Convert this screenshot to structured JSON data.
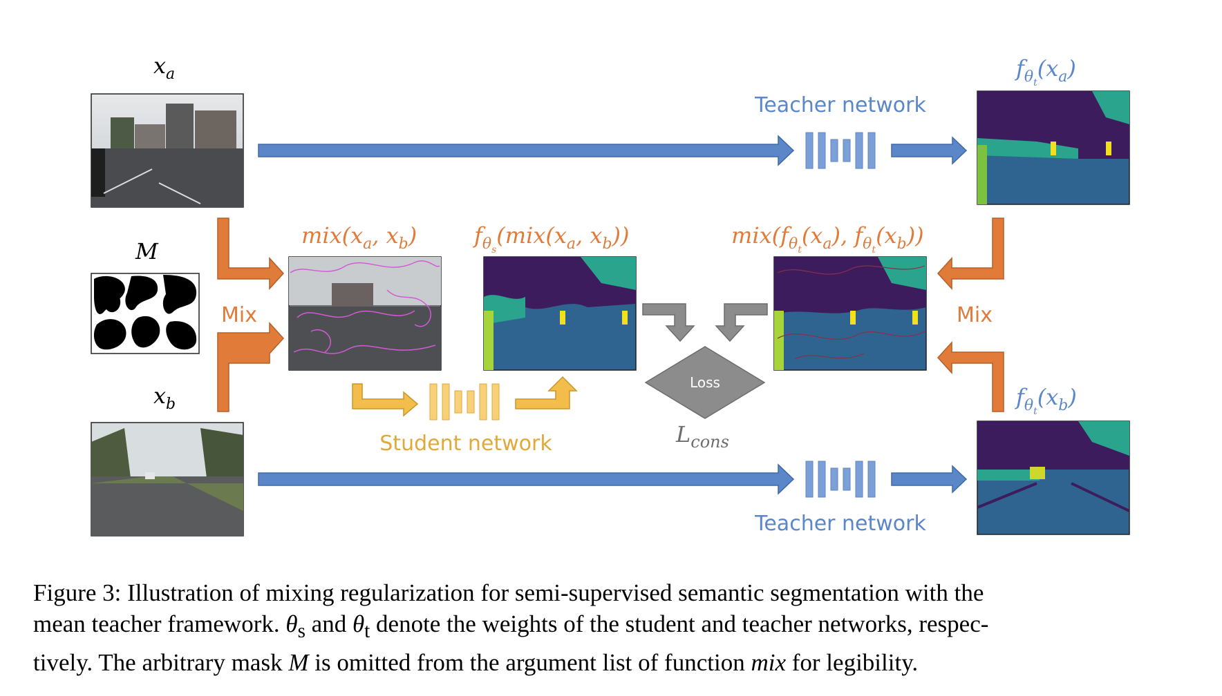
{
  "labels": {
    "xa": "x",
    "xa_sub": "a",
    "xb": "x",
    "xb_sub": "b",
    "mask": "M",
    "mix_left": "Mix",
    "mix_right": "Mix",
    "mix_input": "mix(x",
    "student_out": "f",
    "mix_teacher": "mix(f",
    "teacher_a_out": "f",
    "teacher_b_out": "f",
    "teacher_top": "Teacher network",
    "teacher_bottom": "Teacher network",
    "student": "Student network",
    "loss": "Loss",
    "lcons": "L",
    "lcons_sub": "cons"
  },
  "caption": {
    "line1": "Figure 3: Illustration of mixing regularization for semi-supervised semantic segmentation with the",
    "line2a": "mean teacher framework. ",
    "theta_s": "θ",
    "theta_s_sub": "s",
    "line2b": " and ",
    "theta_t": "θ",
    "theta_t_sub": "t",
    "line2c": " denote the weights of the student and teacher networks, respec-",
    "line3a": "tively. The arbitrary mask ",
    "mask": "M",
    "line3b": " is omitted from the argument list of function ",
    "mix": "mix",
    "line3c": " for legibility."
  },
  "colors": {
    "teacher_blue": "#5b86c8",
    "student_yellow": "#f2bd4a",
    "mix_orange": "#e07b3a",
    "loss_gray": "#8c8c8c",
    "seg_purple": "#3d1c5e",
    "seg_blue": "#2f6490",
    "seg_teal": "#2aa48c",
    "seg_yellow": "#f2e01f"
  }
}
